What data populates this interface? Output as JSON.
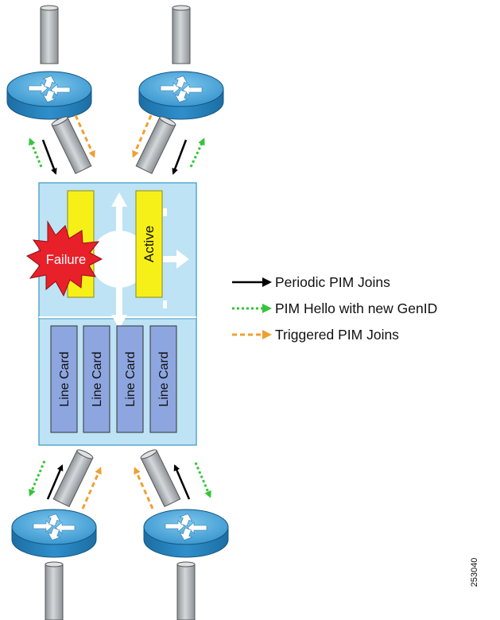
{
  "diagram": {
    "failure_label": "Failure",
    "active_label": "Active",
    "line_cards": [
      "Line Card",
      "Line Card",
      "Line Card",
      "Line Card"
    ],
    "figure_id": "253040"
  },
  "legend": [
    {
      "style": "solid",
      "color": "#000000",
      "label": "Periodic PIM Joins"
    },
    {
      "style": "dotted",
      "color": "#35c43a",
      "label": "PIM Hello with new GenID"
    },
    {
      "style": "dashed",
      "color": "#f0a030",
      "label": "Triggered PIM Joins"
    }
  ],
  "colors": {
    "router": "#2a86bf",
    "router_light": "#6cbce6",
    "chassis": "#bde3f4",
    "chassis_border": "#5aa7d1",
    "supervisor": "#f7ef18",
    "line_card": "#8ea6df",
    "failure_burst": "#e8202a",
    "link": "#b9bec2"
  }
}
